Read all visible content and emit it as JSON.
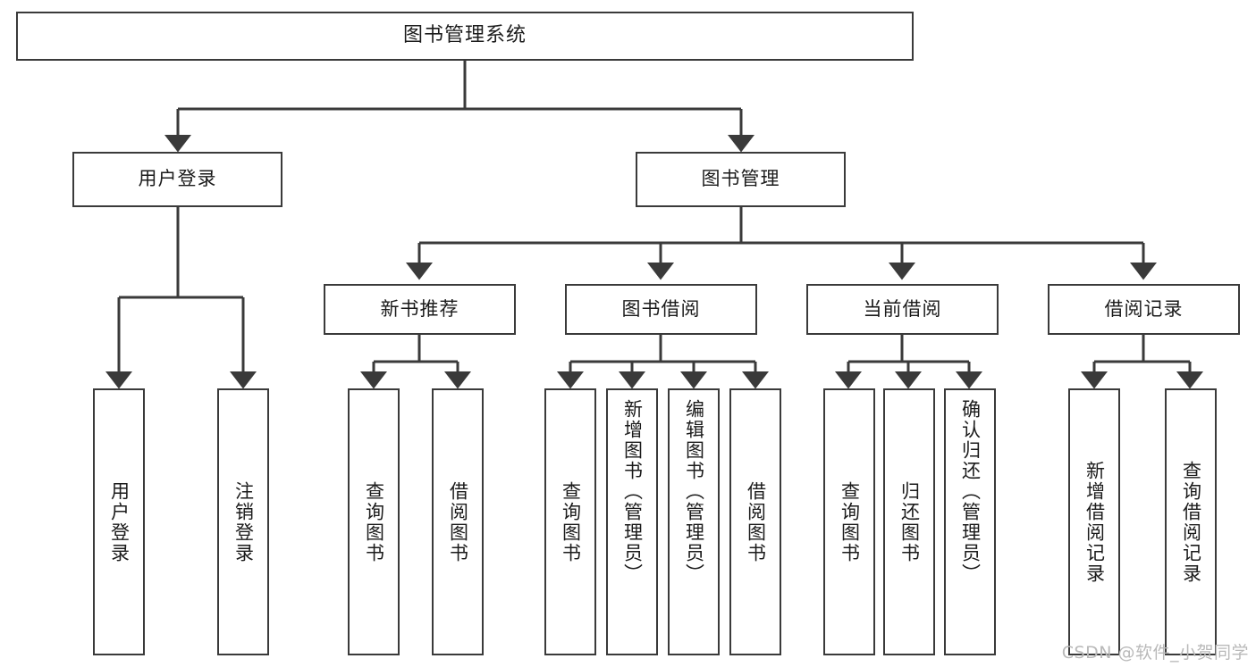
{
  "diagram": {
    "type": "tree-hierarchy-chart",
    "title": "图书管理系统",
    "line_color": "#3a3a3a",
    "box_fill": "#ffffff",
    "text_color": "#1b1b1b",
    "watermark": "CSDN @软件_小贺同学",
    "root": {
      "label": "图书管理系统"
    },
    "level2": [
      {
        "label": "用户登录"
      },
      {
        "label": "图书管理"
      }
    ],
    "level3": [
      {
        "label": "新书推荐"
      },
      {
        "label": "图书借阅"
      },
      {
        "label": "当前借阅"
      },
      {
        "label": "借阅记录"
      }
    ],
    "leaves": {
      "user_login": [
        {
          "label": "用户登录"
        },
        {
          "label": "注销登录"
        }
      ],
      "new_book_recommend": [
        {
          "label": "查询图书"
        },
        {
          "label": "借阅图书"
        }
      ],
      "book_borrow": [
        {
          "label": "查询图书"
        },
        {
          "label": "新增图书（管理员）"
        },
        {
          "label": "编辑图书（管理员）"
        },
        {
          "label": "借阅图书"
        }
      ],
      "current_borrow": [
        {
          "label": "查询图书"
        },
        {
          "label": "归还图书"
        },
        {
          "label": "确认归还（管理员）"
        }
      ],
      "borrow_record": [
        {
          "label": "新增借阅记录"
        },
        {
          "label": "查询借阅记录"
        }
      ]
    }
  }
}
